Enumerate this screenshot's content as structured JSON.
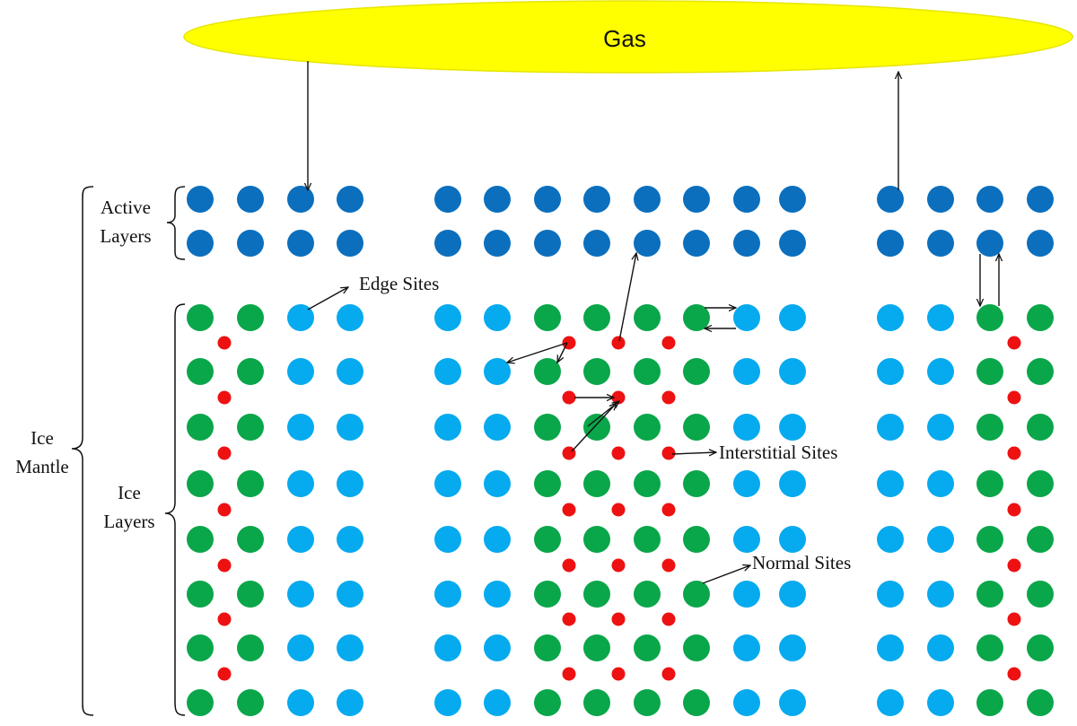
{
  "labels": {
    "gas": "Gas",
    "active_layers_line1": "Active",
    "active_layers_line2": "Layers",
    "ice_mantle_line1": "Ice",
    "ice_mantle_line2": "Mantle",
    "ice_layers_line1": "Ice",
    "ice_layers_line2": "Layers",
    "edge_sites": "Edge Sites",
    "interstitial_sites": "Interstitial Sites",
    "normal_sites": "Normal Sites"
  },
  "colors": {
    "gas": "#ffff00",
    "gas_outline": "#e6e600",
    "active_site": "#0b6fbd",
    "edge_site": "#06aaee",
    "normal_site": "#0aa64a",
    "interstitial_site": "#ee1111",
    "arrow": "#111111"
  }
}
